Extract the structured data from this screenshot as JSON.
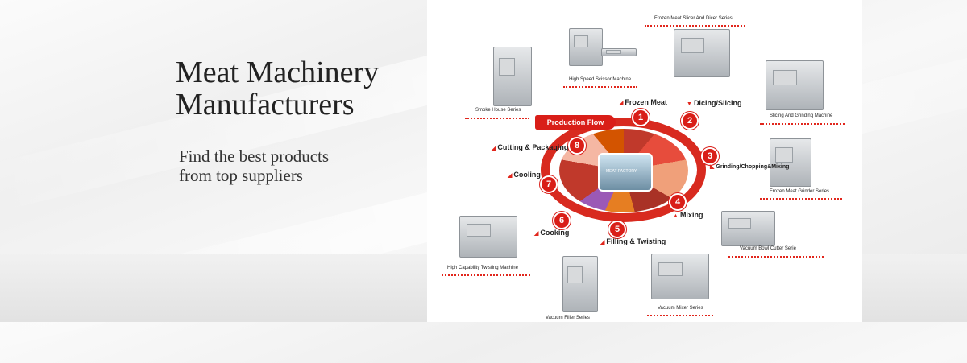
{
  "hero": {
    "title_line1": "Meat Machinery",
    "title_line2": "Manufacturers",
    "subtitle_line1": "Find the best products",
    "subtitle_line2": "from top suppliers"
  },
  "diagram": {
    "banner": "Production Flow",
    "hub_text": "MEAT FACTORY",
    "accent_color": "#d91e18",
    "steps": [
      {
        "number": "1",
        "label": "Frozen Meat"
      },
      {
        "number": "2",
        "label": "Dicing/Slicing"
      },
      {
        "number": "3",
        "label": "Grinding/Chopping&Mixing"
      },
      {
        "number": "4",
        "label": "Mixing"
      },
      {
        "number": "5",
        "label": "Filling & Twisting"
      },
      {
        "number": "6",
        "label": "Cooking"
      },
      {
        "number": "7",
        "label": "Cooling"
      },
      {
        "number": "8",
        "label": "Cutting & Packaging"
      }
    ],
    "machines": {
      "smoke_house": "Smoke House Series",
      "scissor": "High Speed Scissor Machine",
      "slicer_dicer": "Frozen Meat Slicer And Dicer Series",
      "slicing_grinding": "Slicing And Grinding Machine",
      "frozen_grinder": "Frozen Meat Grinder Series",
      "bowl_cutter": "Vacuum Bowl Cutter Serie",
      "mixer": "Vacuum Mixer Series",
      "filler": "Vacuum Filler Series",
      "twisting": "High Capability Twisting Machine"
    }
  }
}
